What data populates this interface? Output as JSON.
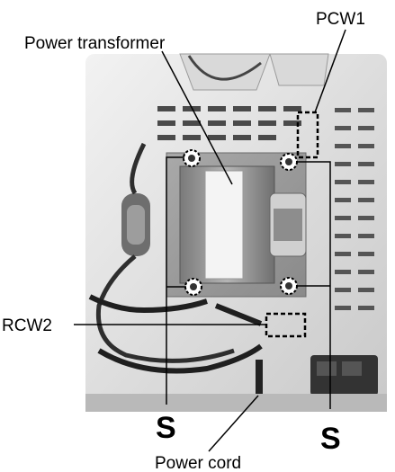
{
  "labels": {
    "pcw1": "PCW1",
    "power_transformer": "Power transformer",
    "rcw2": "RCW2",
    "screw_left": "S",
    "screw_right": "S",
    "power_cord": "Power cord"
  }
}
